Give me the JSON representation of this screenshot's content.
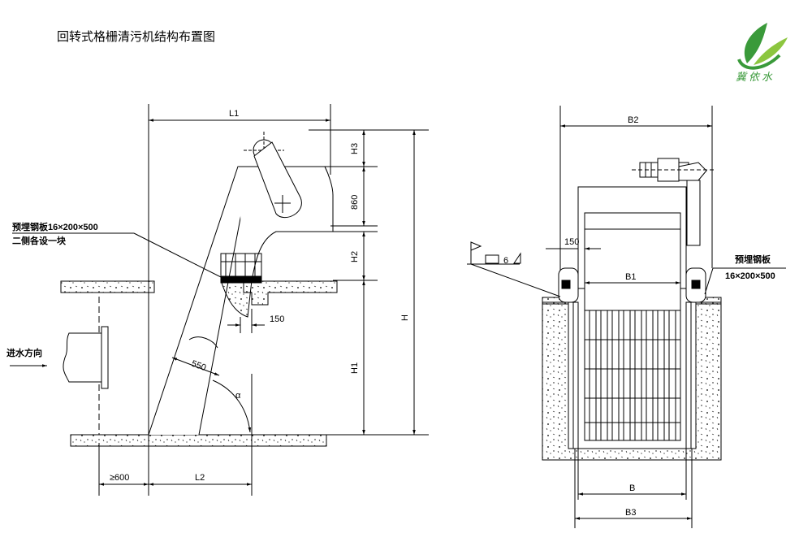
{
  "title": "回转式格栅清污机结构布置图",
  "logo": {
    "text": "冀依水",
    "leaf_color": "#3a9a3a",
    "leaf_light": "#8cc63f"
  },
  "side_view": {
    "dims": {
      "L1": "L1",
      "H3": "H3",
      "h860": "860",
      "H2": "H2",
      "H": "H",
      "H1": "H1",
      "d150": "150",
      "d550": "550",
      "alpha": "α",
      "ge600": "≥600",
      "L2": "L2"
    },
    "embedded_plate_label": "预埋钢板16×200×500",
    "each_side_label": "二侧各设一块",
    "inflow_label": "进水方向"
  },
  "front_view": {
    "dims": {
      "B2": "B2",
      "B1": "B1",
      "B": "B",
      "B3": "B3",
      "d150": "150"
    },
    "embedded_plate_label": "预埋钢板",
    "plate_size_label": "16×200×500",
    "weld_symbol_text": "6"
  }
}
